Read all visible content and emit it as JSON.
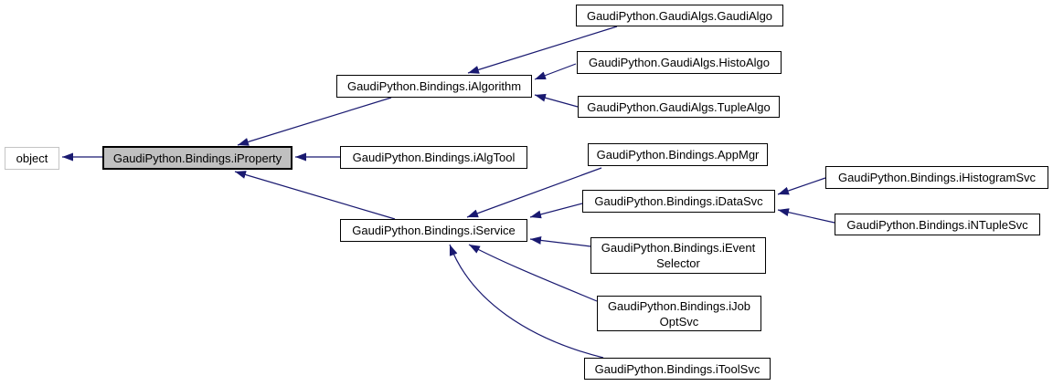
{
  "diagram": {
    "kind": "class-inheritance-graph",
    "colors": {
      "edge": "#191970",
      "node_border": "#000000",
      "node_fill": "#ffffff",
      "current_node_fill": "#c0c0c0",
      "external_node_border": "#c4c4c4",
      "text": "#000000",
      "background": "#ffffff"
    },
    "nodes": [
      {
        "id": "object",
        "label": "object",
        "style": "external"
      },
      {
        "id": "iProperty",
        "label": "GaudiPython.Bindings.iProperty",
        "style": "current"
      },
      {
        "id": "iAlgorithm",
        "label": "GaudiPython.Bindings.iAlgorithm",
        "style": "normal"
      },
      {
        "id": "iAlgTool",
        "label": "GaudiPython.Bindings.iAlgTool",
        "style": "normal"
      },
      {
        "id": "iService",
        "label": "GaudiPython.Bindings.iService",
        "style": "normal"
      },
      {
        "id": "GaudiAlgo",
        "label": "GaudiPython.GaudiAlgs.GaudiAlgo",
        "style": "normal"
      },
      {
        "id": "HistoAlgo",
        "label": "GaudiPython.GaudiAlgs.HistoAlgo",
        "style": "normal"
      },
      {
        "id": "TupleAlgo",
        "label": "GaudiPython.GaudiAlgs.TupleAlgo",
        "style": "normal"
      },
      {
        "id": "AppMgr",
        "label": "GaudiPython.Bindings.AppMgr",
        "style": "normal"
      },
      {
        "id": "iDataSvc",
        "label": "GaudiPython.Bindings.iDataSvc",
        "style": "normal"
      },
      {
        "id": "iEventSelector",
        "label": "GaudiPython.Bindings.iEvent\nSelector",
        "style": "normal"
      },
      {
        "id": "iJobOptSvc",
        "label": "GaudiPython.Bindings.iJob\nOptSvc",
        "style": "normal"
      },
      {
        "id": "iToolSvc",
        "label": "GaudiPython.Bindings.iToolSvc",
        "style": "normal"
      },
      {
        "id": "iHistogramSvc",
        "label": "GaudiPython.Bindings.iHistogramSvc",
        "style": "normal"
      },
      {
        "id": "iNTupleSvc",
        "label": "GaudiPython.Bindings.iNTupleSvc",
        "style": "normal"
      }
    ],
    "edges": [
      {
        "from": "iProperty",
        "to": "object"
      },
      {
        "from": "iAlgorithm",
        "to": "iProperty"
      },
      {
        "from": "iAlgTool",
        "to": "iProperty"
      },
      {
        "from": "iService",
        "to": "iProperty"
      },
      {
        "from": "GaudiAlgo",
        "to": "iAlgorithm"
      },
      {
        "from": "HistoAlgo",
        "to": "iAlgorithm"
      },
      {
        "from": "TupleAlgo",
        "to": "iAlgorithm"
      },
      {
        "from": "AppMgr",
        "to": "iService"
      },
      {
        "from": "iDataSvc",
        "to": "iService"
      },
      {
        "from": "iEventSelector",
        "to": "iService"
      },
      {
        "from": "iJobOptSvc",
        "to": "iService"
      },
      {
        "from": "iToolSvc",
        "to": "iService"
      },
      {
        "from": "iHistogramSvc",
        "to": "iDataSvc"
      },
      {
        "from": "iNTupleSvc",
        "to": "iDataSvc"
      }
    ]
  }
}
